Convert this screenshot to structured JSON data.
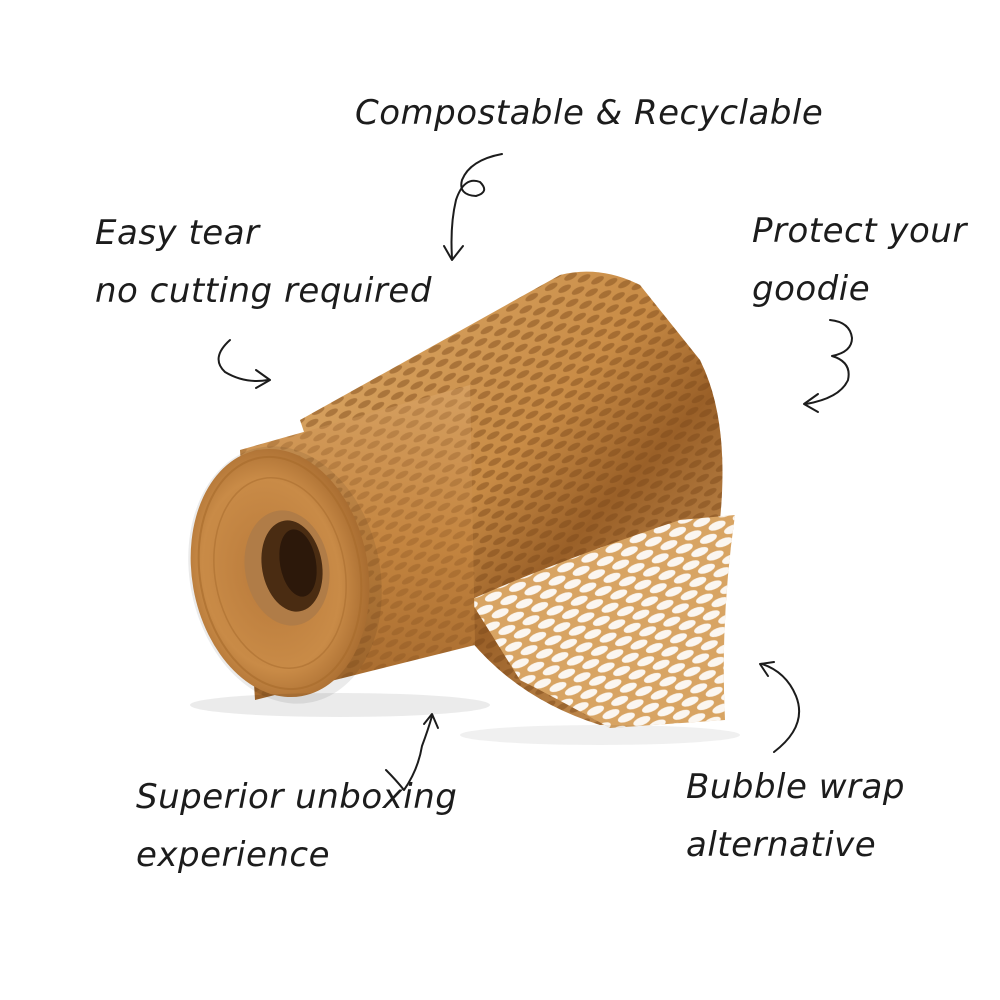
{
  "callouts": {
    "compostable": {
      "line1": "Compostable & Recyclable"
    },
    "easy_tear": {
      "line1": "Easy tear",
      "line2": "no cutting required"
    },
    "protect": {
      "line1": "Protect your",
      "line2": "goodie"
    },
    "unboxing": {
      "line1": "Superior unboxing",
      "line2": "experience"
    },
    "bubble": {
      "line1": "Bubble wrap",
      "line2": "alternative"
    }
  },
  "colors": {
    "paper_light": "#d9a463",
    "paper_mid": "#c88a45",
    "paper_dark": "#8e5a24",
    "core": "#a9743f",
    "core_hole": "#3a2410",
    "ink": "#1c1c1c"
  }
}
